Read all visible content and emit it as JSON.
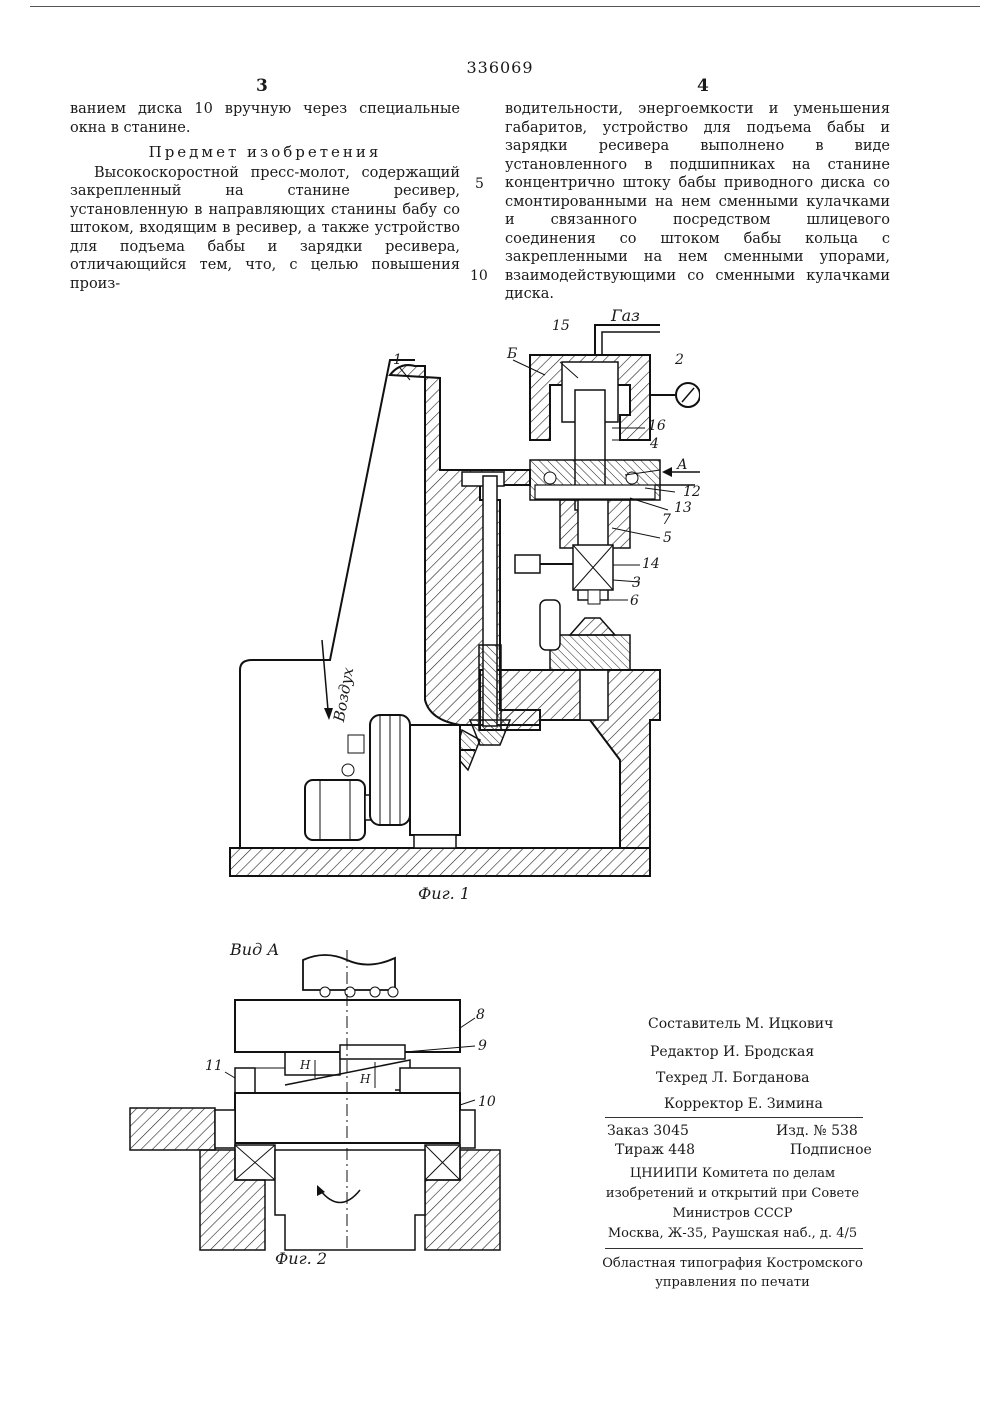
{
  "document": {
    "patent_number": "336069",
    "left_column_number": "3",
    "right_column_number": "4",
    "left_column": {
      "intro": "ванием диска 10 вручную через специальные окна в станине.",
      "heading": "Предмет изобретения",
      "claim": "Высокоскоростной пресс-молот, содержащий закрепленный на станине ресивер, установленную в направляющих станины бабу со штоком, входящим в ресивер, а также устройство для подъема бабы и зарядки ресивера, отличающийся тем, что, с целью повышения произ-"
    },
    "right_column": {
      "text": "водительности, энергоемкости и уменьшения габаритов, устройство для подъема бабы и зарядки ресивера выполнено в виде установленного в подшипниках на станине концентрично штоку бабы приводного диска со смонтированными на нем сменными кулачками и связанного посредством шлицевого соединения со штоком бабы кольца с закрепленными на нем сменными упорами, взаимодействующими со сменными кулачками диска."
    },
    "line_numbers": [
      "5",
      "10"
    ]
  },
  "figure1": {
    "caption": "Фиг. 1",
    "gas_label": "Газ",
    "air_label": "Воздух",
    "callouts": [
      "1",
      "15",
      "Б",
      "2",
      "16",
      "4",
      "А",
      "12",
      "13",
      "7",
      "5",
      "14",
      "3",
      "6"
    ]
  },
  "figure2": {
    "title": "Вид А",
    "caption": "Фиг. 2",
    "callouts": [
      "8",
      "9",
      "11",
      "10",
      "H",
      "H"
    ]
  },
  "imprint": {
    "compiler": "Составитель М. Ицкович",
    "editor": "Редактор И. Бродская",
    "tech_editor": "Техред Л. Богданова",
    "proofreader": "Корректор Е. Зимина",
    "order": "Заказ 3045",
    "edition": "Изд. № 538",
    "circulation": "Тираж 448",
    "subscription": "Подписное",
    "institute_1": "ЦНИИПИ Комитета по делам",
    "institute_2": "изобретений и открытий при Совете",
    "institute_3": "Министров СССР",
    "address": "Москва, Ж-35, Раушская наб., д. 4/5",
    "printer_1": "Областная типография Костромского",
    "printer_2": "управления по печати"
  }
}
